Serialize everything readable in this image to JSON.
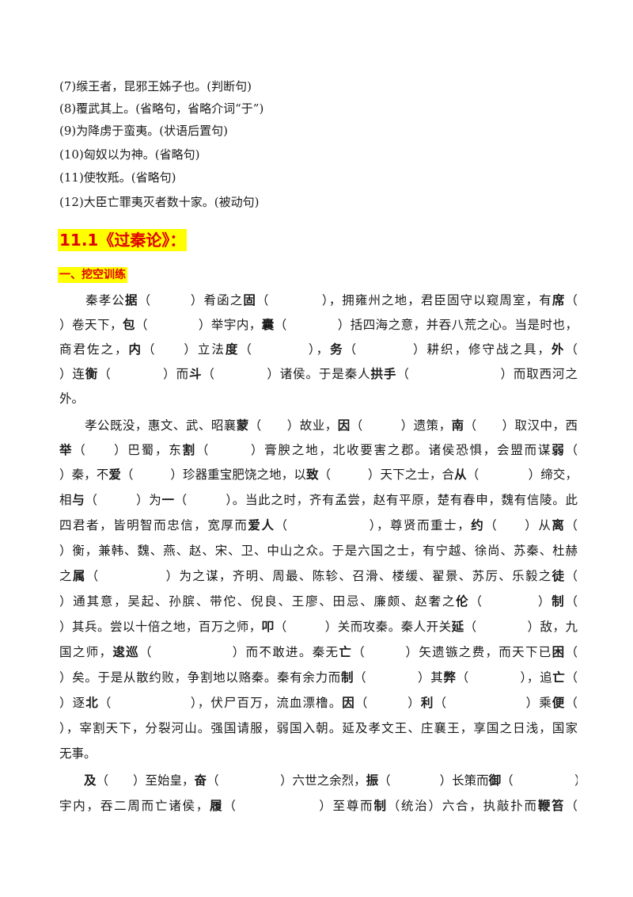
{
  "list_items": [
    "(7)缑王者，昆邪王姊子也。(判断句)",
    "(8)覆武其上。(省略句，省略介词“于”)",
    "(9)为降虏于蛮夷。(状语后置句)",
    "(10)匈奴以为神。(省略句)",
    "(11)使牧羝。(省略句)",
    "(12)大臣亡罪夷灭者数十家。(被动句)"
  ],
  "section_title": "11.1《过秦论》：",
  "subsection_title": "一、挖空训练",
  "paragraph_lines": [
    [
      {
        "t": "　　秦孝公"
      },
      {
        "t": "据",
        "b": true
      },
      {
        "t": "（　　　）肴函之"
      },
      {
        "t": "固",
        "b": true
      },
      {
        "t": "（　　　　），拥雍州之地，君臣固守以窥周室，有"
      },
      {
        "t": "席",
        "b": true
      },
      {
        "t": "（"
      }
    ],
    [
      {
        "t": "）卷天下，"
      },
      {
        "t": "包",
        "b": true
      },
      {
        "t": "（　　　　）举宇内，"
      },
      {
        "t": "囊",
        "b": true
      },
      {
        "t": "（　　　　）括四海之意，并吞八荒之心。当是时也，"
      }
    ],
    [
      {
        "t": "商君佐之，"
      },
      {
        "t": "内",
        "b": true
      },
      {
        "t": "（　　）立法"
      },
      {
        "t": "度",
        "b": true
      },
      {
        "t": "（　　　　），"
      },
      {
        "t": "务",
        "b": true
      },
      {
        "t": "（　　　　）耕织，修守战之具，"
      },
      {
        "t": "外",
        "b": true
      },
      {
        "t": "（"
      }
    ],
    [
      {
        "t": "）连"
      },
      {
        "t": "衡",
        "b": true
      },
      {
        "t": "（　　　　）而"
      },
      {
        "t": "斗",
        "b": true
      },
      {
        "t": "（　　　　）诸侯。于是秦人"
      },
      {
        "t": "拱手",
        "b": true
      },
      {
        "t": "（　　　　　　　）而取西河之"
      }
    ],
    [
      {
        "t": "外。"
      }
    ],
    [
      {
        "t": "　　孝公既没，惠文、武、昭襄"
      },
      {
        "t": "蒙",
        "b": true
      },
      {
        "t": "（　　）故业，"
      },
      {
        "t": "因",
        "b": true
      },
      {
        "t": "（　　　）遗策，"
      },
      {
        "t": "南",
        "b": true
      },
      {
        "t": "（　　）取汉中，西"
      }
    ],
    [
      {
        "t": "举",
        "b": true
      },
      {
        "t": "（　　）巴蜀，东"
      },
      {
        "t": "割",
        "b": true
      },
      {
        "t": "（　　　）膏腴之地，北收要害之郡。诸侯恐惧，会盟而谋"
      },
      {
        "t": "弱",
        "b": true
      },
      {
        "t": "（"
      }
    ],
    [
      {
        "t": "）秦，不"
      },
      {
        "t": "爱",
        "b": true
      },
      {
        "t": "（　　　）珍器重宝肥饶之地，以"
      },
      {
        "t": "致",
        "b": true
      },
      {
        "t": "（　　　）天下之士，合"
      },
      {
        "t": "从",
        "b": true
      },
      {
        "t": "（　　　　）缔交，"
      }
    ],
    [
      {
        "t": "相"
      },
      {
        "t": "与",
        "b": true
      },
      {
        "t": "（　　　）为"
      },
      {
        "t": "一",
        "b": true
      },
      {
        "t": "（　　　）。当此之时，齐有孟尝，赵有平原，楚有春申，魏有信陵。此"
      }
    ],
    [
      {
        "t": "四君者，皆明智而忠信，宽厚而"
      },
      {
        "t": "爱人",
        "b": true
      },
      {
        "t": "（　　　　　　），尊贤而重士，"
      },
      {
        "t": "约",
        "b": true
      },
      {
        "t": "（　　）从"
      },
      {
        "t": "离",
        "b": true
      },
      {
        "t": "（"
      }
    ],
    [
      {
        "t": "）衡，兼韩、魏、燕、赵、宋、卫、中山之众。于是六国之士，有宁越、徐尚、苏秦、杜赫"
      }
    ],
    [
      {
        "t": "之"
      },
      {
        "t": "属",
        "b": true
      },
      {
        "t": "（　　　　　）为之谋，齐明、周最、陈轸、召滑、楼缓、翟景、苏厉、乐毅之"
      },
      {
        "t": "徒",
        "b": true
      },
      {
        "t": "（"
      }
    ],
    [
      {
        "t": "）通其意，吴起、孙膑、带佗、倪良、王廖、田忌、廉颇、赵奢之"
      },
      {
        "t": "伦",
        "b": true
      },
      {
        "t": "（　　　　）"
      },
      {
        "t": "制",
        "b": true
      },
      {
        "t": "（"
      }
    ],
    [
      {
        "t": "）其兵。尝以十倍之地，百万之师，"
      },
      {
        "t": "叩",
        "b": true
      },
      {
        "t": "（　　　）关而攻秦。秦人开关"
      },
      {
        "t": "延",
        "b": true
      },
      {
        "t": "（　　　　）敌，九"
      }
    ],
    [
      {
        "t": "国之师，"
      },
      {
        "t": "逡巡",
        "b": true
      },
      {
        "t": "（　　　　　　）而不敢进。秦无"
      },
      {
        "t": "亡",
        "b": true
      },
      {
        "t": "（　　　）矢遗镞之费，而天下已"
      },
      {
        "t": "困",
        "b": true
      },
      {
        "t": "（"
      }
    ],
    [
      {
        "t": "）矣。于是从散约败，争割地以赂秦。秦有余力而"
      },
      {
        "t": "制",
        "b": true
      },
      {
        "t": "（　　　　）其"
      },
      {
        "t": "弊",
        "b": true
      },
      {
        "t": "（　　　　），追"
      },
      {
        "t": "亡",
        "b": true
      },
      {
        "t": "（"
      }
    ],
    [
      {
        "t": "）逐"
      },
      {
        "t": "北",
        "b": true
      },
      {
        "t": "（　　　　　　），伏尸百万，流血漂橹。"
      },
      {
        "t": "因",
        "b": true
      },
      {
        "t": "（　　　）"
      },
      {
        "t": "利",
        "b": true
      },
      {
        "t": "（　　　　　　）乘"
      },
      {
        "t": "便",
        "b": true
      },
      {
        "t": "（"
      }
    ],
    [
      {
        "t": "），宰割天下，分裂河山。强国请服，弱国入朝。延及孝文王、庄襄王，享国之日浅，国家"
      }
    ],
    [
      {
        "t": "无事。"
      }
    ],
    [
      {
        "t": "　　"
      },
      {
        "t": "及",
        "b": true
      },
      {
        "t": "（　　）至始皇，"
      },
      {
        "t": "奋",
        "b": true
      },
      {
        "t": "（　　　　　）六世之余烈，"
      },
      {
        "t": "振",
        "b": true
      },
      {
        "t": "（　　　　）长策而"
      },
      {
        "t": "御",
        "b": true
      },
      {
        "t": "（　　　　　）"
      }
    ],
    [
      {
        "t": "宇内，吞二周而亡诸侯，"
      },
      {
        "t": "履",
        "b": true
      },
      {
        "t": "（　　　　　　）至尊而"
      },
      {
        "t": "制",
        "b": true
      },
      {
        "t": "（统治）六合，执敲扑而"
      },
      {
        "t": "鞭笞",
        "b": true
      },
      {
        "t": "（"
      }
    ]
  ]
}
